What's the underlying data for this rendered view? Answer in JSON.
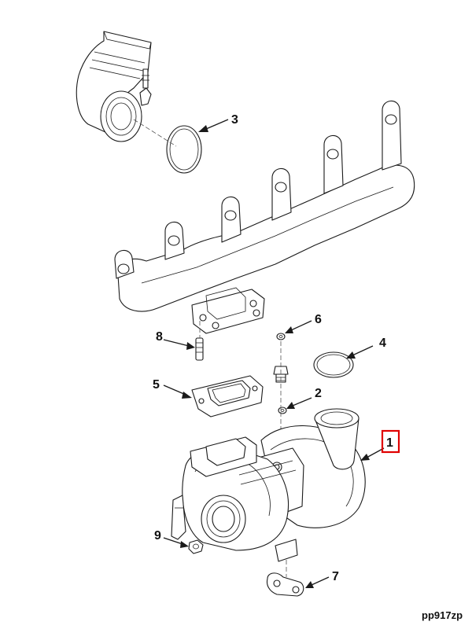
{
  "callouts": {
    "c1": "1",
    "c2": "2",
    "c3": "3",
    "c4": "4",
    "c5": "5",
    "c6": "6",
    "c7": "7",
    "c8": "8",
    "c9": "9"
  },
  "highlight_color": "#e00000",
  "reference_code": "pp917zp"
}
